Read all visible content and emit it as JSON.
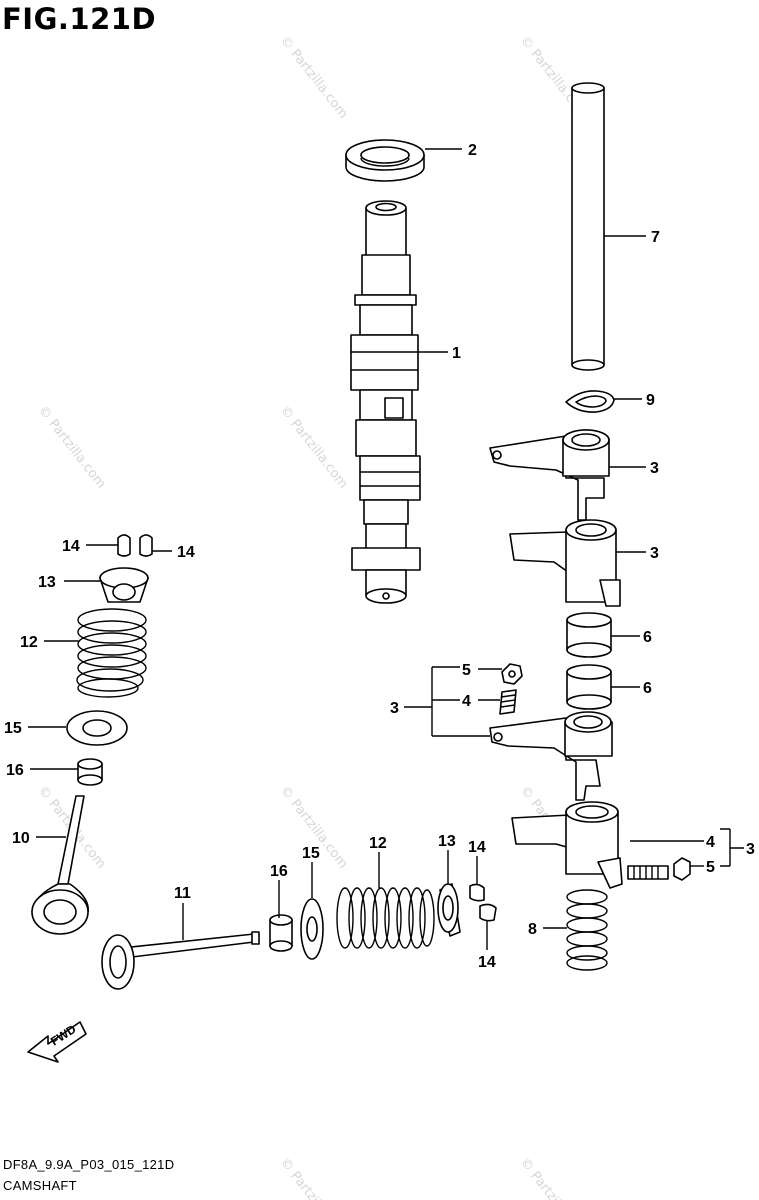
{
  "figure": {
    "title": "FIG.121D",
    "code": "DF8A_9.9A_P03_015_121D",
    "name": "CAMSHAFT"
  },
  "watermark": "© Partzilla.com",
  "fwd_label": "FWD",
  "callouts": [
    {
      "id": "c2",
      "label": "2"
    },
    {
      "id": "c7",
      "label": "7"
    },
    {
      "id": "c1",
      "label": "1"
    },
    {
      "id": "c9",
      "label": "9"
    },
    {
      "id": "c3a",
      "label": "3"
    },
    {
      "id": "c3b",
      "label": "3"
    },
    {
      "id": "c6a",
      "label": "6"
    },
    {
      "id": "c6b",
      "label": "6"
    },
    {
      "id": "c5a",
      "label": "5"
    },
    {
      "id": "c4a",
      "label": "4"
    },
    {
      "id": "c3c",
      "label": "3"
    },
    {
      "id": "c4b",
      "label": "4"
    },
    {
      "id": "c5b",
      "label": "5"
    },
    {
      "id": "c3d",
      "label": "3"
    },
    {
      "id": "c8",
      "label": "8"
    },
    {
      "id": "c14a",
      "label": "14"
    },
    {
      "id": "c14b",
      "label": "14"
    },
    {
      "id": "c13a",
      "label": "13"
    },
    {
      "id": "c12a",
      "label": "12"
    },
    {
      "id": "c15a",
      "label": "15"
    },
    {
      "id": "c16a",
      "label": "16"
    },
    {
      "id": "c10",
      "label": "10"
    },
    {
      "id": "c11",
      "label": "11"
    },
    {
      "id": "c16b",
      "label": "16"
    },
    {
      "id": "c15b",
      "label": "15"
    },
    {
      "id": "c12b",
      "label": "12"
    },
    {
      "id": "c13b",
      "label": "13"
    },
    {
      "id": "c14c",
      "label": "14"
    },
    {
      "id": "c14d",
      "label": "14"
    }
  ]
}
